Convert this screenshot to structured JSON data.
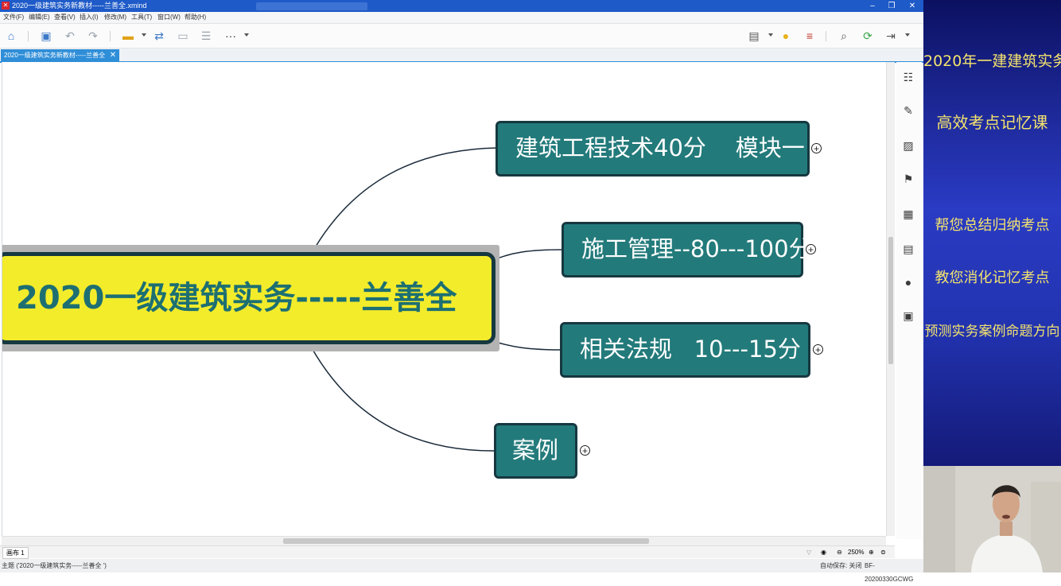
{
  "window": {
    "title": "2020一级建筑实务新教材-----兰善全.xmind",
    "app_icon": "xmind-icon"
  },
  "menu": [
    "文件(F)",
    "编辑(E)",
    "查看(V)",
    "插入(I)",
    "修改(M)",
    "工具(T)",
    "窗口(W)",
    "帮助(H)"
  ],
  "tab": {
    "label": "2020一级建筑实务新教材-----兰善全"
  },
  "mindmap": {
    "central": "2020一级建筑实务-----兰善全",
    "branches": [
      {
        "label": "建筑工程技术40分    模块一"
      },
      {
        "label": "施工管理--80---100分"
      },
      {
        "label": "相关法规   10---15分"
      },
      {
        "label": "案例"
      }
    ]
  },
  "sheet": {
    "label": "画布 1"
  },
  "status": {
    "left": "主题 ('2020一级建筑实务-----兰善全     ')",
    "autosave": "自动保存: 关闭",
    "user": "BF-20200330GCWG",
    "zoom": "250%"
  },
  "promo": {
    "line1": "2020年一建建筑实务",
    "line2": "高效考点记忆课",
    "line3": "帮您总结归纳考点",
    "line4": "教您消化记忆考点",
    "line5": "预测实务案例命题方向"
  },
  "colors": {
    "topic_fill": "#237a7b",
    "central_fill": "#f3ec2b",
    "central_text": "#1d6f72",
    "promo_text": "#f3e36e"
  }
}
